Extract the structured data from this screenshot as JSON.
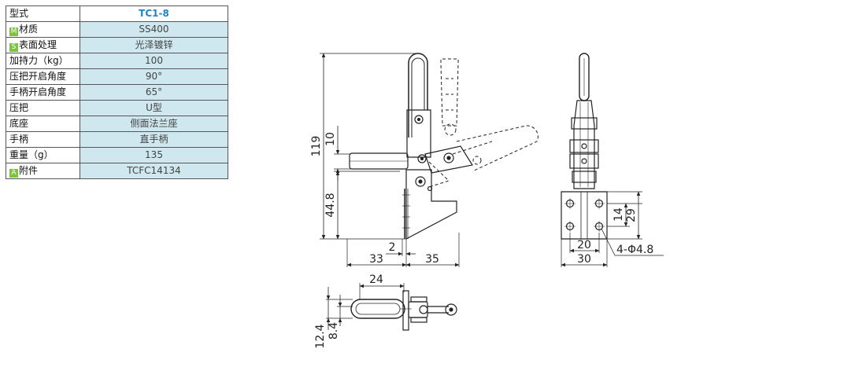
{
  "spec_table": {
    "model": {
      "label": "型式",
      "value": "TC1-8"
    },
    "rows": [
      {
        "badge": "M",
        "label": "材质",
        "value": "SS400"
      },
      {
        "badge": "S",
        "label": "表面处理",
        "value": "光泽镀锌"
      },
      {
        "badge": "",
        "label": "加持力（kg）",
        "value": "100"
      },
      {
        "badge": "",
        "label": "压把开启角度",
        "value": "90°"
      },
      {
        "badge": "",
        "label": "手柄开启角度",
        "value": "65°"
      },
      {
        "badge": "",
        "label": "压把",
        "value": "U型"
      },
      {
        "badge": "",
        "label": "底座",
        "value": "侧面法兰座"
      },
      {
        "badge": "",
        "label": "手柄",
        "value": "直手柄"
      },
      {
        "badge": "",
        "label": "重量（g）",
        "value": "135"
      },
      {
        "badge": "A",
        "label": "附件",
        "value": "TCFC14134"
      }
    ]
  },
  "dimensions": {
    "front": {
      "height_total": "119",
      "handle_offset": "10",
      "base_height": "44.8",
      "left_width": "33",
      "right_width": "35",
      "gap": "2"
    },
    "side": {
      "hole_spacing_x": "20",
      "base_width": "30",
      "hole_spacing_y1": "14",
      "hole_spacing_y2": "29",
      "holes": "4-Φ4.8"
    },
    "top": {
      "handle_length": "24",
      "thickness_total": "12.4",
      "thickness": "8.4"
    }
  },
  "colors": {
    "accent": "#1f86c6",
    "cell_fill": "#cfe7ee",
    "badge": "#7ec242"
  }
}
